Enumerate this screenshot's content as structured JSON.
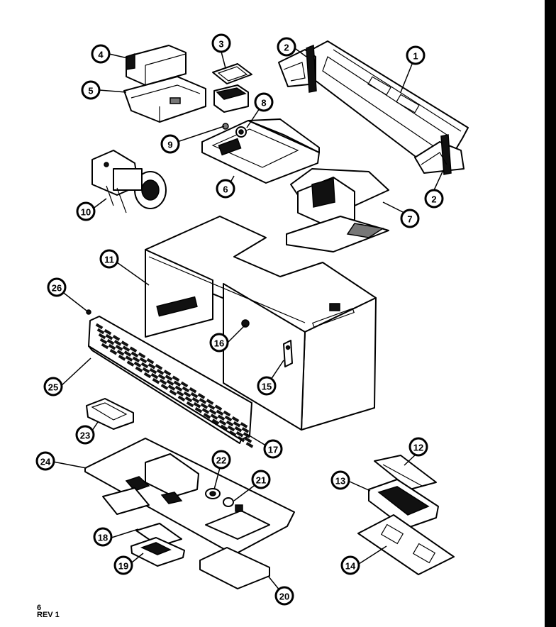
{
  "diagram": {
    "callouts": [
      "1",
      "2",
      "2",
      "3",
      "4",
      "5",
      "6",
      "7",
      "8",
      "9",
      "10",
      "11",
      "12",
      "13",
      "14",
      "15",
      "16",
      "17",
      "18",
      "19",
      "20",
      "21",
      "22",
      "23",
      "24",
      "25",
      "26"
    ]
  },
  "footer": {
    "page": "6",
    "rev": "REV 1"
  }
}
